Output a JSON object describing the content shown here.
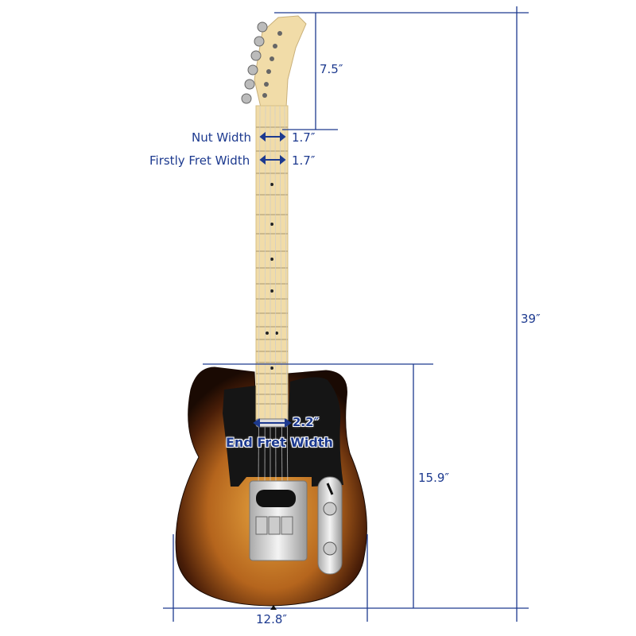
{
  "dimensions": {
    "total_length": "39″",
    "headstock_length": "7.5″",
    "body_length": "15.9″",
    "body_width": "12.8″",
    "nut_width_label": "Nut Width",
    "nut_width": "1.7″",
    "first_fret_label": "Firstly Fret Width",
    "first_fret_width": "1.7″",
    "end_fret_label": "End Fret Width",
    "end_fret_width": "2.2″"
  },
  "colors": {
    "dimension_line": "#1d3a8f",
    "pickguard": "#151515",
    "maple": "#f1dca8",
    "sunburst": "#b5651d"
  }
}
